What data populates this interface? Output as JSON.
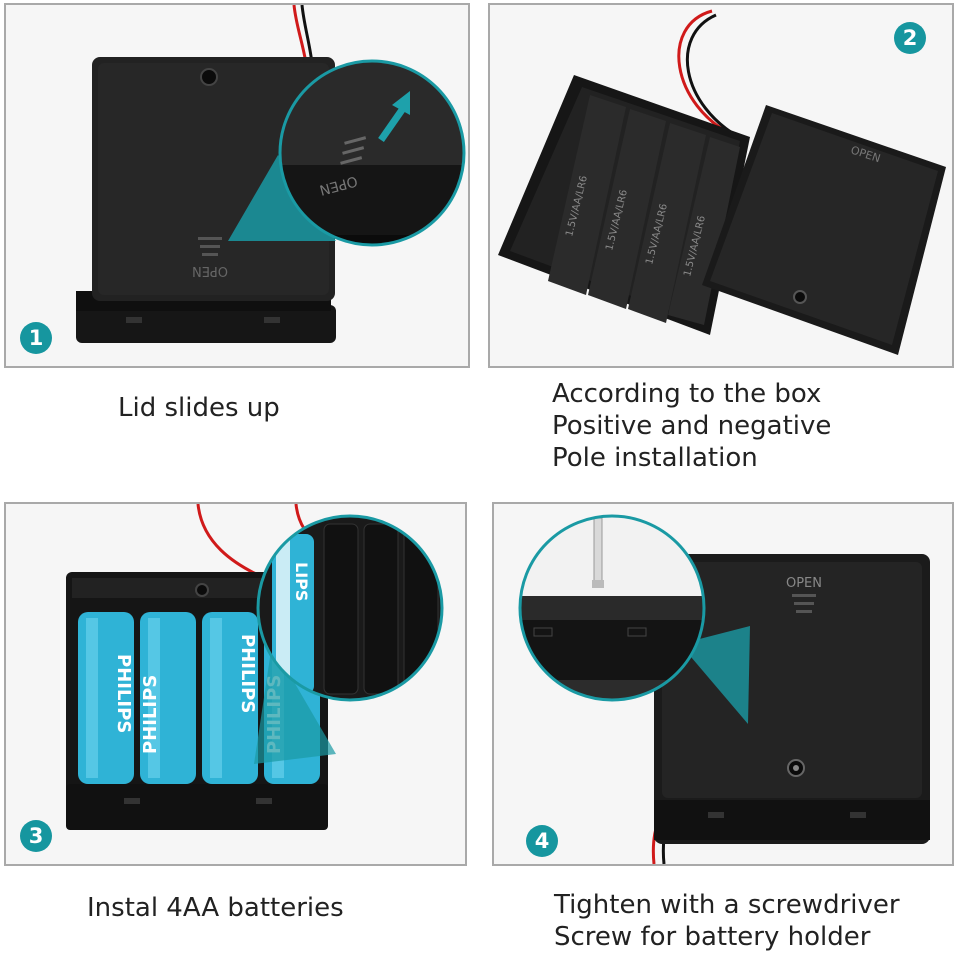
{
  "steps": [
    {
      "number": "1",
      "caption_lines": [
        "Lid slides up"
      ],
      "embossed_label": "OPEN",
      "zoom_label": "OPEN"
    },
    {
      "number": "2",
      "caption_lines": [
        "According to the box",
        "Positive and negative",
        "Pole installation"
      ],
      "cell_label": "1.5V/AA/LR6",
      "lid_label": "OPEN"
    },
    {
      "number": "3",
      "caption_lines": [
        "Instal 4AA batteries"
      ],
      "battery_brand": "PHILIPS",
      "zoom_brand": "LIPS"
    },
    {
      "number": "4",
      "caption_lines": [
        "Tighten with a screwdriver",
        "Screw for battery holder"
      ],
      "lid_label": "OPEN"
    }
  ],
  "colors": {
    "accent": "#16969f",
    "case": "#1c1c1c",
    "battery": "#2fb3d6",
    "wire_red": "#d01a1a"
  }
}
